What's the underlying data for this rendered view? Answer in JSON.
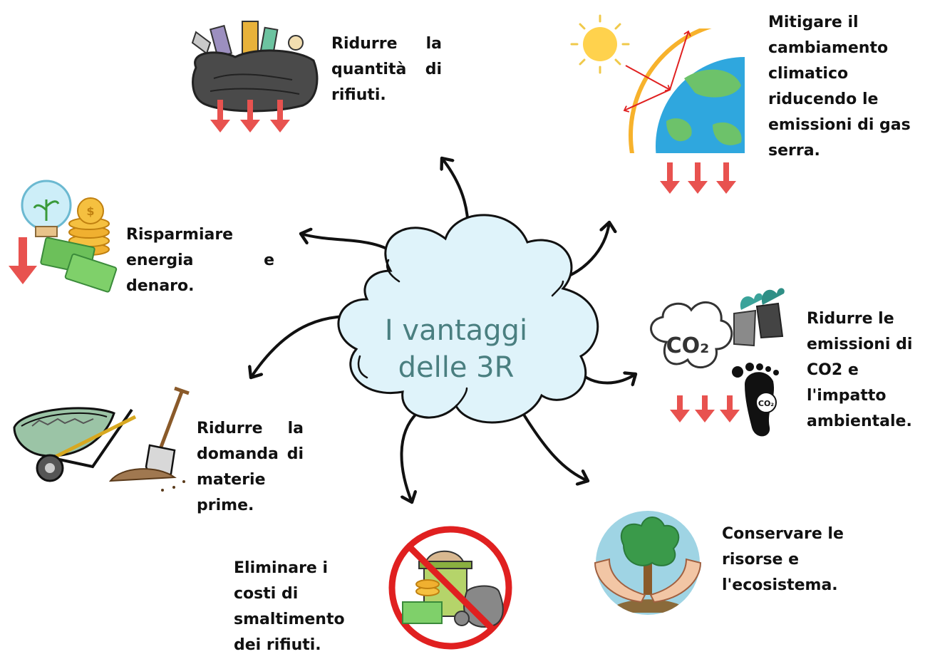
{
  "center": {
    "title_line1": "I vantaggi",
    "title_line2": "delle 3R"
  },
  "benefits": {
    "waste": "Ridurre la quantità di rifiuti.",
    "climate": "Mitigare il cambiamento climatico riducendo le emissioni di gas serra.",
    "energy": "Risparmiare energia e denaro.",
    "co2": "Ridurre le emissioni di CO2 e l'impatto ambientale.",
    "materials": "Ridurre la domanda di materie prime.",
    "disposal": "Eliminare i costi di smaltimento dei rifiuti.",
    "resources": "Conservare le risorse e l'ecosistema."
  },
  "icon_labels": {
    "co2_cloud": "CO₂",
    "co2_footprint": "CO₂",
    "coin_symbol": "$"
  },
  "colors": {
    "center_text": "#4a7f80",
    "cloud_fill": "#dff3fa",
    "down_arrow": "#e8524f",
    "no_sign": "#e02020"
  }
}
